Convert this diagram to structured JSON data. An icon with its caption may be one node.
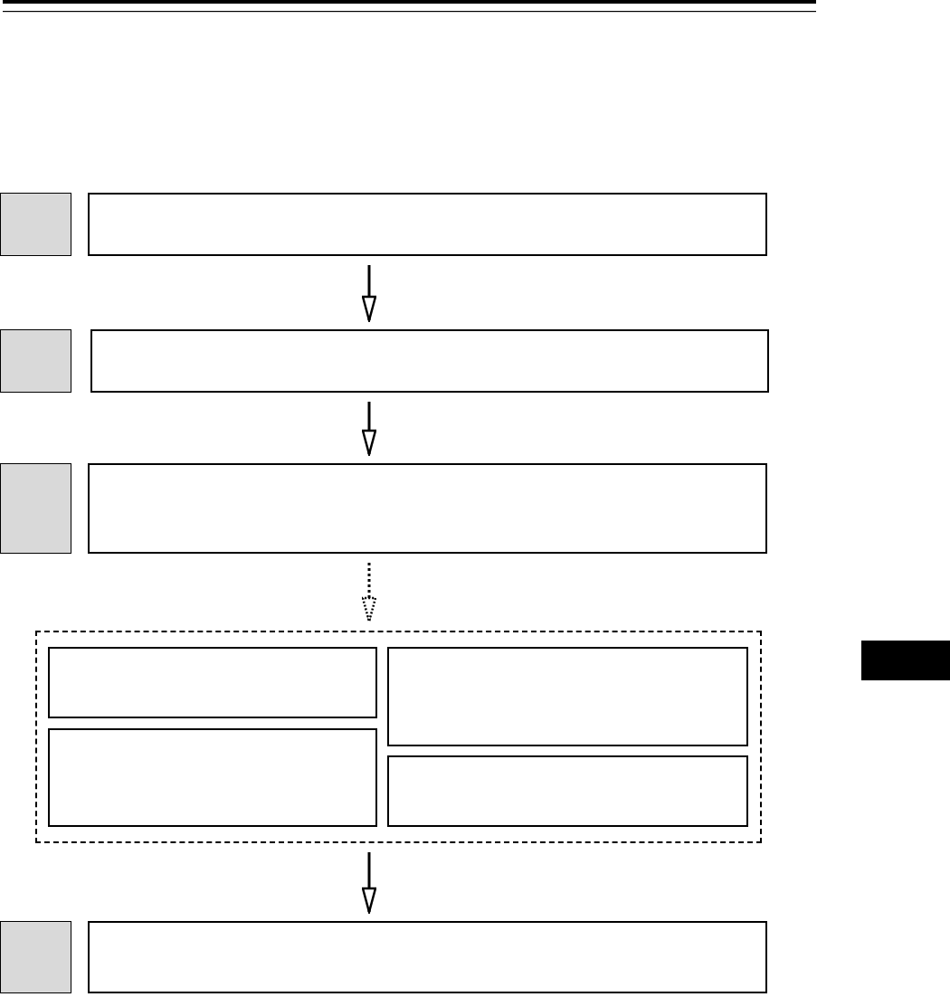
{
  "diagram": {
    "nodes": [
      {
        "text": [],
        "shape": "box"
      },
      {
        "text": [],
        "shape": "box"
      },
      {
        "text": [],
        "shape": "box"
      },
      {
        "text": [],
        "shape": "box"
      },
      {
        "text": [],
        "shape": "box"
      },
      {
        "text": [],
        "shape": "box"
      },
      {
        "text": [],
        "shape": "box"
      },
      {
        "text": [],
        "shape": "box",
        "in": 6
      },
      {
        "text": [],
        "shape": "box",
        "in": 6
      },
      {
        "text": [],
        "shape": "box",
        "in": 6
      },
      {
        "text": [],
        "shape": "box",
        "in": 6
      },
      {
        "text": [],
        "shape": "box"
      },
      {
        "text": [],
        "shape": "box"
      }
    ],
    "edges": [
      {
        "from": 1,
        "to": 3,
        "arrow": "to"
      },
      {
        "from": 3,
        "to": 5,
        "arrow": "to"
      },
      {
        "from": 5,
        "to": 6,
        "arrow": "to",
        "style": "dashed"
      },
      {
        "from": 6,
        "to": 12,
        "arrow": "to"
      }
    ]
  }
}
